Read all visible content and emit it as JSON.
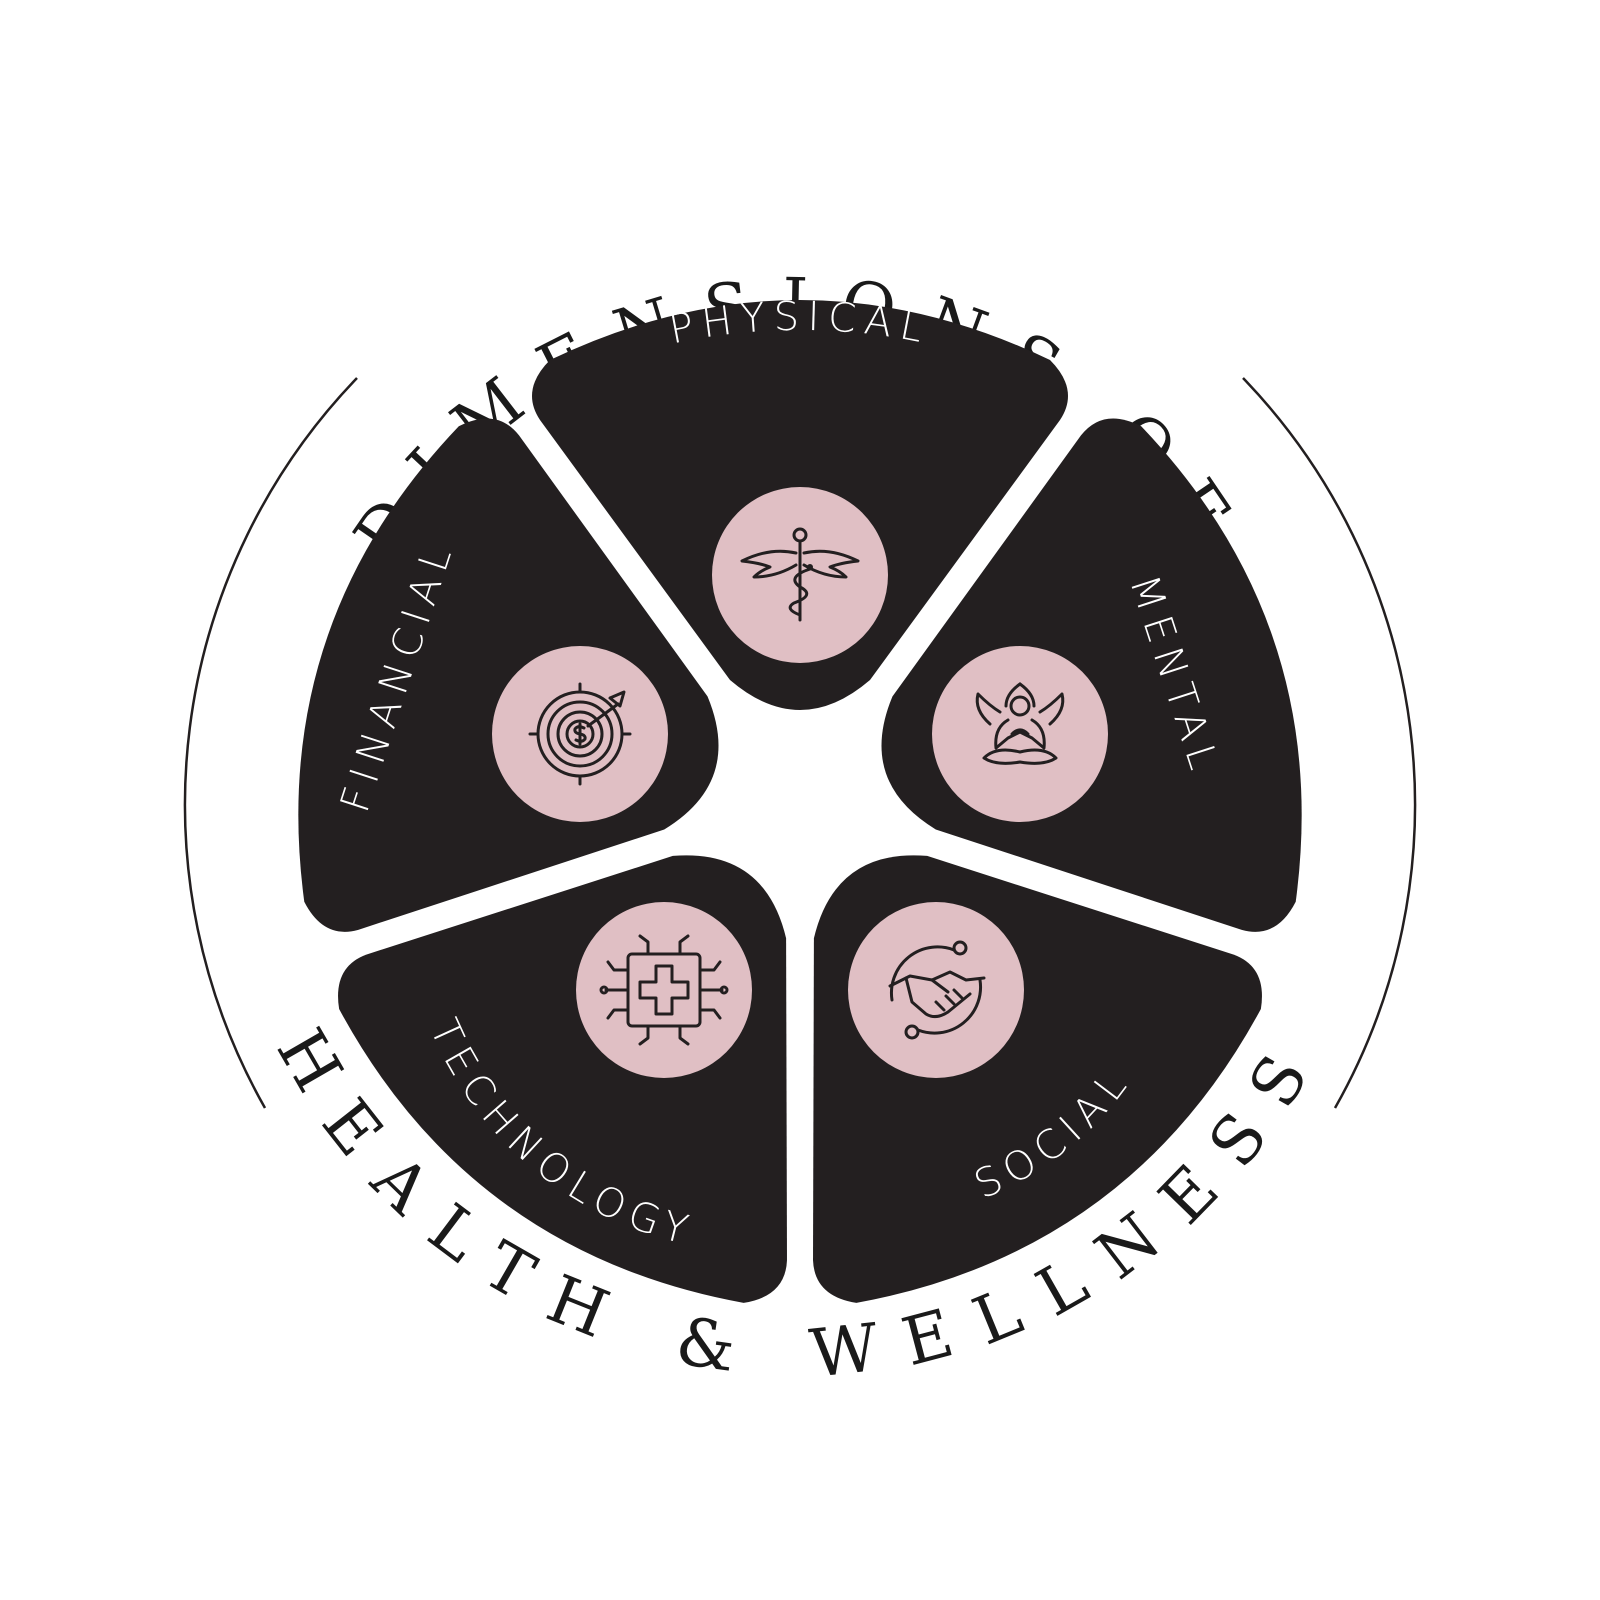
{
  "title": {
    "top": "DIMENSIONS OF",
    "bottom": "HEALTH & WELLNESS"
  },
  "colors": {
    "petal": "#231f20",
    "badge": "#e0bfc4",
    "label": "#ffffff",
    "background": "#ffffff"
  },
  "segments": [
    {
      "label": "PHYSICAL",
      "icon": "caduceus-icon"
    },
    {
      "label": "MENTAL",
      "icon": "meditation-icon"
    },
    {
      "label": "SOCIAL",
      "icon": "handshake-icon"
    },
    {
      "label": "TECHNOLOGY",
      "icon": "health-tech-circuit-icon"
    },
    {
      "label": "FINANCIAL",
      "icon": "dollar-target-icon"
    }
  ]
}
